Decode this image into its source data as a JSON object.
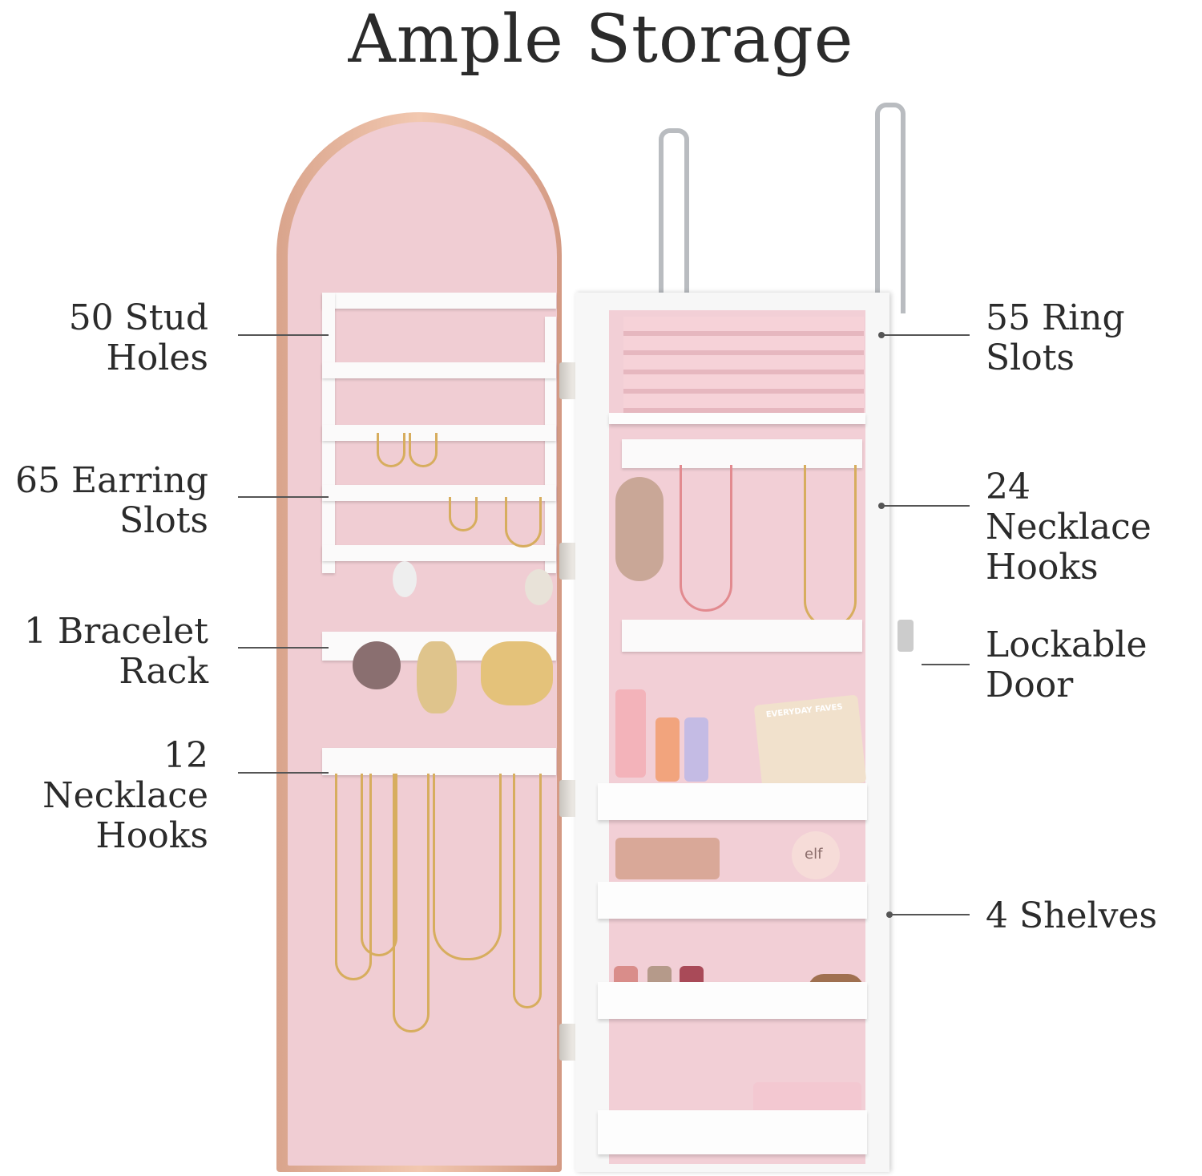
{
  "title": "Ample Storage",
  "left_labels": [
    {
      "line1": "50 Stud",
      "line2": "Holes"
    },
    {
      "line1": "65 Earring",
      "line2": "Slots"
    },
    {
      "line1": "1 Bracelet",
      "line2": "Rack"
    },
    {
      "line1": "12 Necklace",
      "line2": "Hooks"
    }
  ],
  "right_labels": [
    {
      "line1": "55 Ring",
      "line2": "Slots"
    },
    {
      "line1": "24 Necklace",
      "line2": "Hooks"
    },
    {
      "line1": "Lockable",
      "line2": "Door"
    },
    {
      "line1": "4 Shelves",
      "line2": ""
    }
  ],
  "product_lettering": {
    "box": "EVERYDAY FAVES",
    "compact": "elf"
  },
  "colors": {
    "pink_interior": "#f0cdd3",
    "rose_gold_frame": "#e0ae96",
    "cabinet_white": "#f7f7f7",
    "text": "#2b2b2b"
  }
}
